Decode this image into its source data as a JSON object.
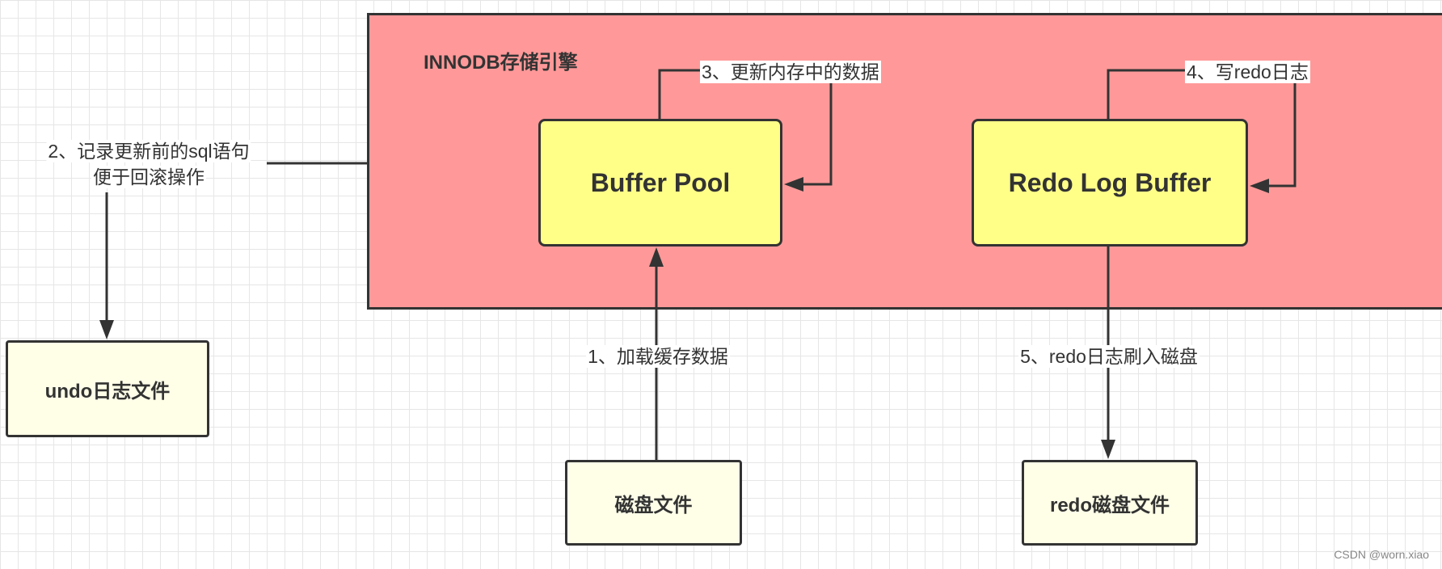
{
  "engine": {
    "title": "INNODB存储引擎"
  },
  "nodes": {
    "buffer_pool": "Buffer Pool",
    "redo_log_buffer": "Redo Log Buffer",
    "undo_file": "undo日志文件",
    "disk_file": "磁盘文件",
    "redo_disk_file": "redo磁盘文件"
  },
  "edges": {
    "step1": "1、加载缓存数据",
    "step2_line1": "2、记录更新前的sql语句",
    "step2_line2": "便于回滚操作",
    "step3": "3、更新内存中的数据",
    "step4": "4、写redo日志",
    "step5": "5、redo日志刷入磁盘"
  },
  "watermark": "CSDN @worn.xiao",
  "colors": {
    "engine_fill": "#ff9999",
    "buffer_fill": "#ffff88",
    "file_fill": "#ffffe8",
    "stroke": "#333333"
  }
}
